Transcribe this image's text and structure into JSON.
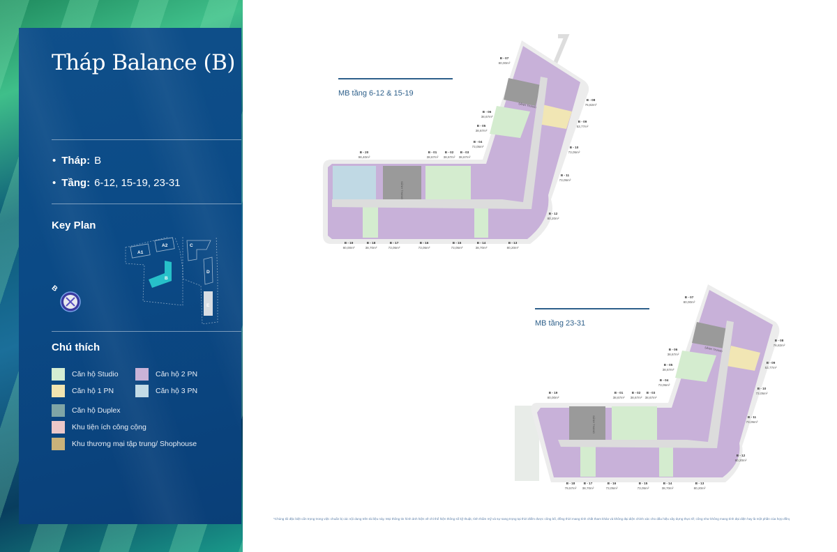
{
  "title": "Tháp Balance (B)",
  "info": [
    {
      "label": "Tháp:",
      "value": "B"
    },
    {
      "label": "Tầng:",
      "value": "6-12, 15-19, 23-31"
    }
  ],
  "key_plan": {
    "heading": "Key Plan",
    "towers": [
      "A1",
      "A2",
      "C",
      "B",
      "D",
      "E"
    ],
    "compass_label": "B"
  },
  "legend": {
    "heading": "Chú thích",
    "items": [
      {
        "label": "Căn hộ Studio",
        "color": "#d4edd3"
      },
      {
        "label": "Căn hộ 2 PN",
        "color": "#c9b3d8"
      },
      {
        "label": "Căn hộ 1 PN",
        "color": "#f1e4b0"
      },
      {
        "label": "Căn hộ 3 PN",
        "color": "#c3dbe6"
      },
      {
        "label": "Căn hộ Duplex",
        "color": "#7fa5a6"
      },
      {
        "label": "Khu tiện ích công cộng",
        "color": "#ebc7c9"
      },
      {
        "label": "Khu thương mại tập trung/ Shophouse",
        "color": "#c9b27a"
      }
    ]
  },
  "plans": [
    {
      "title": "MB tầng 6-12 & 15-19",
      "lobby": "SẢNH THANG",
      "units": [
        {
          "id": "B - 07",
          "area": "80,00m²"
        },
        {
          "id": "B - 08",
          "area": "76,82m²"
        },
        {
          "id": "B - 09",
          "area": "53,77m²"
        },
        {
          "id": "B - 06",
          "area": "38,67m²"
        },
        {
          "id": "B - 05",
          "area": "38,67m²"
        },
        {
          "id": "B - 04",
          "area": "73,05m²"
        },
        {
          "id": "B - 10",
          "area": "73,05m²"
        },
        {
          "id": "B - 11",
          "area": "73,05m²"
        },
        {
          "id": "B - 12",
          "area": "80,20m²"
        },
        {
          "id": "B - 20",
          "area": "98,40m²"
        },
        {
          "id": "B - 01",
          "area": "38,67m²"
        },
        {
          "id": "B - 02",
          "area": "38,67m²"
        },
        {
          "id": "B - 03",
          "area": "38,67m²"
        },
        {
          "id": "B - 19",
          "area": "80,00m²"
        },
        {
          "id": "B - 18",
          "area": "38,70m²"
        },
        {
          "id": "B - 17",
          "area": "73,05m²"
        },
        {
          "id": "B - 16",
          "area": "73,05m²"
        },
        {
          "id": "B - 15",
          "area": "73,05m²"
        },
        {
          "id": "B - 14",
          "area": "38,70m²"
        },
        {
          "id": "B - 13",
          "area": "80,20m²"
        }
      ]
    },
    {
      "title": "MB tầng 23-31",
      "lobby": "SẢNH THANG",
      "units": [
        {
          "id": "B - 07",
          "area": "80,00m²"
        },
        {
          "id": "B - 08",
          "area": "76,82m²"
        },
        {
          "id": "B - 09",
          "area": "53,77m²"
        },
        {
          "id": "B - 06",
          "area": "38,67m²"
        },
        {
          "id": "B - 05",
          "area": "38,67m²"
        },
        {
          "id": "B - 04",
          "area": "73,05m²"
        },
        {
          "id": "B - 10",
          "area": "73,05m²"
        },
        {
          "id": "B - 11",
          "area": "73,05m²"
        },
        {
          "id": "B - 12",
          "area": "80,20m²"
        },
        {
          "id": "B - 19",
          "area": "80,00m²"
        },
        {
          "id": "B - 01",
          "area": "38,67m²"
        },
        {
          "id": "B - 02",
          "area": "38,67m²"
        },
        {
          "id": "B - 03",
          "area": "38,67m²"
        },
        {
          "id": "B - 18",
          "area": "79,57m²"
        },
        {
          "id": "B - 17",
          "area": "38,70m²"
        },
        {
          "id": "B - 16",
          "area": "73,05m²"
        },
        {
          "id": "B - 15",
          "area": "73,05m²"
        },
        {
          "id": "B - 14",
          "area": "38,70m²"
        },
        {
          "id": "B - 13",
          "area": "80,20m²"
        }
      ]
    }
  ],
  "footnote": "*Chúng tôi đặc biệt cẩn trọng trong việc chuẩn bị các nội dung trên tài liệu này. Mọi thông tin hình ảnh hiện vẽ chỉ thể hiện thông số kỹ thuật, tính thẩm mỹ và sự sang trọng tại thời điểm được công bố, đồng thời mang tính chất tham khảo và không đại diện chính xác cho dấu hiệu xây dựng thực tế; công như không mang tính đại diện hay là một phần của hợp đồng"
}
